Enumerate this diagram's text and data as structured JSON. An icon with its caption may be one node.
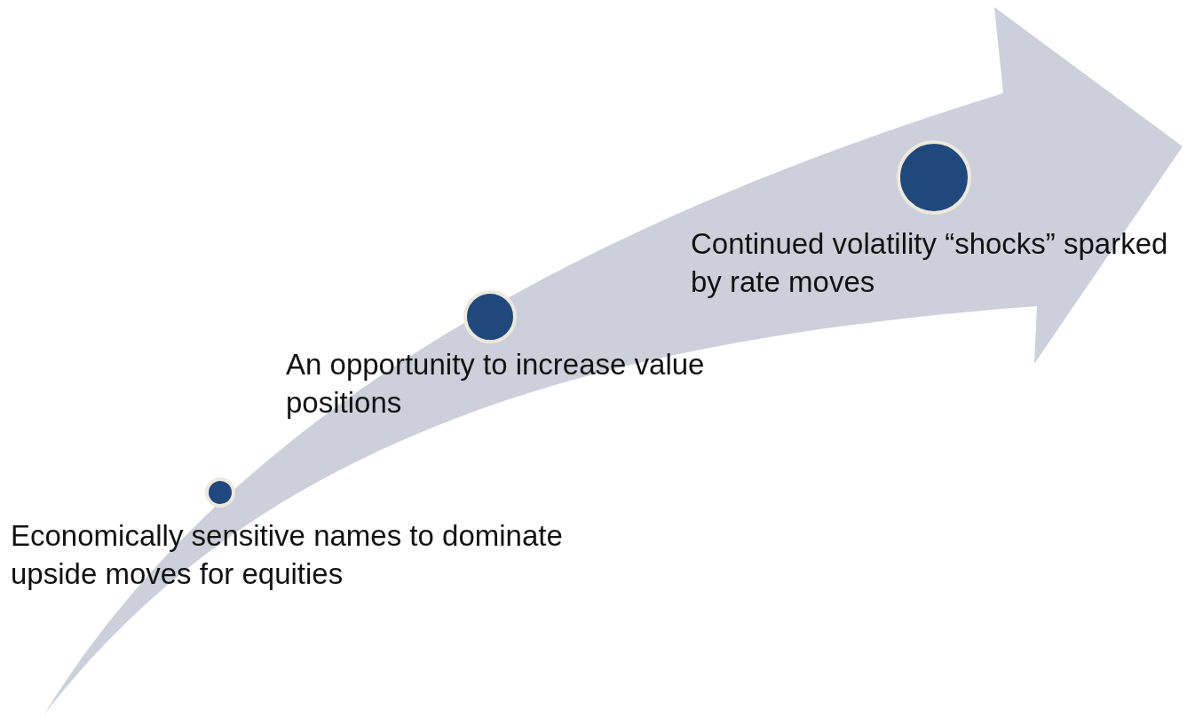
{
  "diagram": {
    "nodes": [
      {
        "text": [],
        "shape": "circle",
        "beside": [
          "Economically sensitive names to dominate upside moves for equities"
        ]
      },
      {
        "text": [],
        "shape": "circle",
        "beside": [
          "An opportunity to increase value positions"
        ]
      },
      {
        "text": [],
        "shape": "circle",
        "beside": [
          "Continued volatility “shocks” sparked by rate moves"
        ]
      }
    ]
  }
}
